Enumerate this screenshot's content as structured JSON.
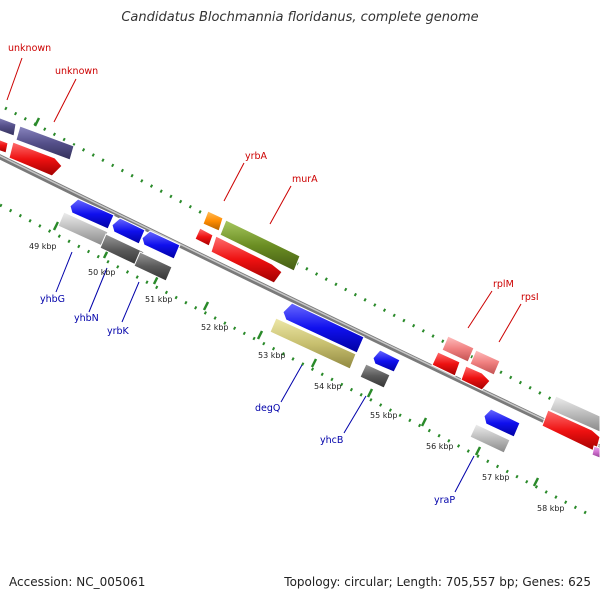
{
  "title": "Candidatus Blochmannia floridanus, complete genome",
  "footer": {
    "accession": "Accession: NC_005061",
    "stats": "Topology: circular; Length: 705,557 bp; Genes: 625"
  },
  "colors": {
    "backbone": "#8a8a8a",
    "tick": "#2a8a2a",
    "top_label": "#cc0000",
    "bottom_label": "#0000aa",
    "blue": "#1010ee",
    "red": "#ee1111",
    "light_red": "#f08080",
    "grey": "#bbbbbb",
    "dark_grey": "#5a5a5a",
    "olive": "#6b8e23",
    "khaki": "#c8c070",
    "orange": "#ff8c00",
    "purple": "#55508a",
    "pink": "#d070d0"
  },
  "kbp_labels": [
    "49 kbp",
    "50 kbp",
    "51 kbp",
    "52 kbp",
    "53 kbp",
    "54 kbp",
    "55 kbp",
    "56 kbp",
    "57 kbp",
    "58 kbp"
  ],
  "top_labels": [
    "unknown",
    "unknown",
    "yrbA",
    "murA",
    "rplM",
    "rpsI"
  ],
  "bottom_labels": [
    "yhbG",
    "yhbN",
    "yrbK",
    "degQ",
    "yhcB",
    "yraP"
  ]
}
